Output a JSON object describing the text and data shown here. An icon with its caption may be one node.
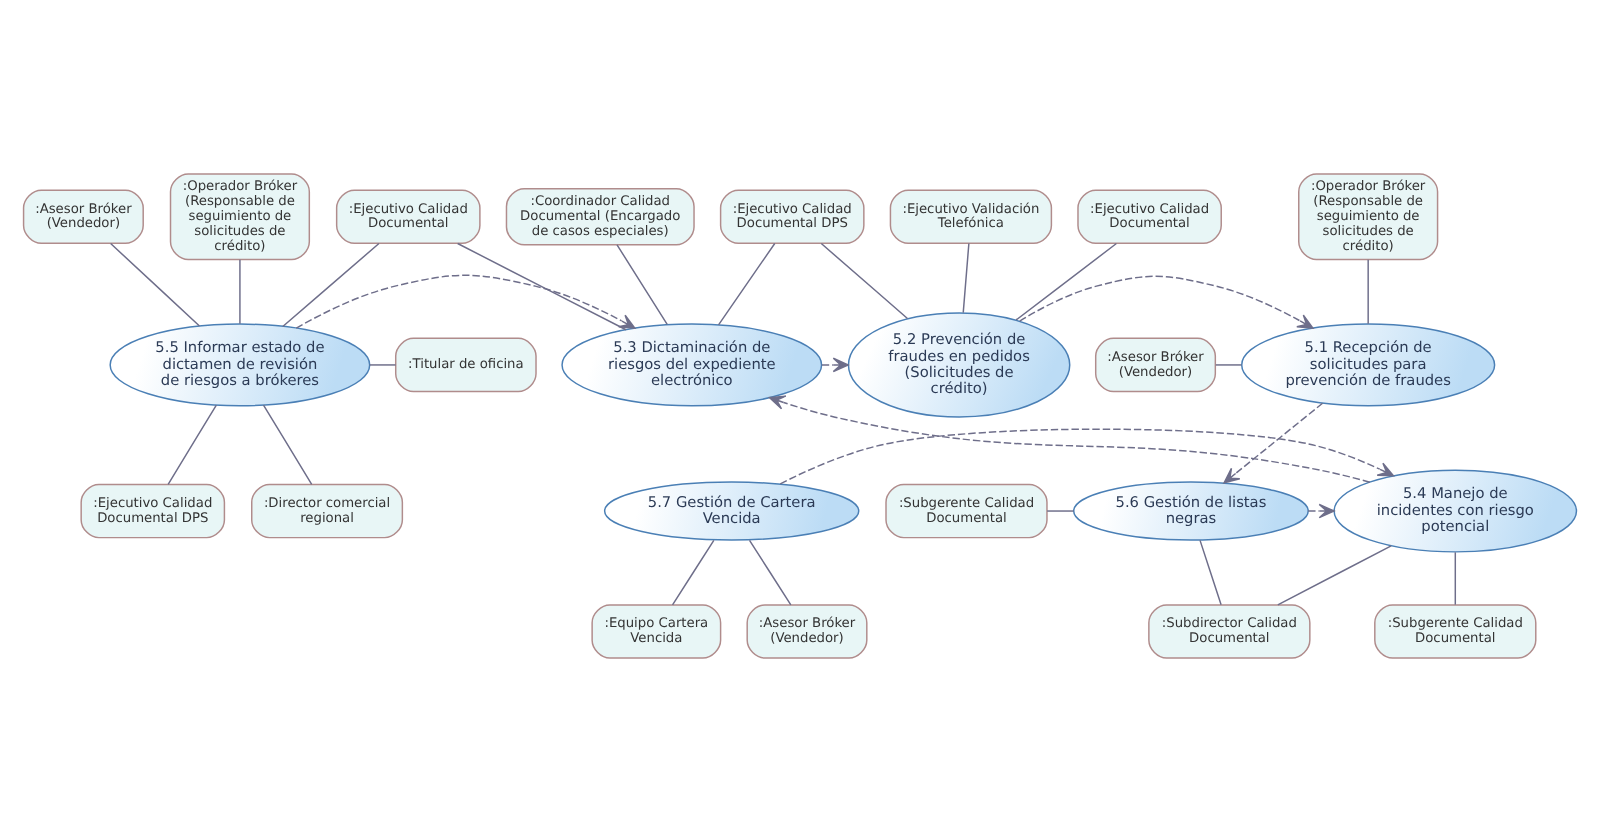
{
  "diagram": {
    "nodes": [
      {
        "text": [
          ":Operador Bróker (Responsable de seguimiento de solicitudes de crédito)"
        ]
      },
      {
        "text": [
          ":Ejecutivo Validación Telefónica"
        ]
      },
      {
        "text": [
          ":Ejecutivo Calidad Documental"
        ]
      },
      {
        "text": [
          ":Ejecutivo Calidad Documental DPS"
        ]
      },
      {
        "text": [
          ":Coordinador Calidad Documental (Encargado de casos especiales)"
        ]
      },
      {
        "text": [
          ":Ejecutivo Calidad Documental"
        ]
      },
      {
        "text": [
          ":Asesor Bróker (Vendedor)"
        ]
      },
      {
        "text": [
          ":Operador Bróker (Responsable de seguimiento de solicitudes de crédito)"
        ]
      },
      {
        "text": [
          ":Asesor Bróker (Vendedor)"
        ]
      },
      {
        "text": [
          "5.1 Recepción de solicitudes para prevención de fraudes"
        ]
      },
      {
        "text": [
          "5.2 Prevención de fraudes en pedidos (Solicitudes de crédito)"
        ]
      },
      {
        "text": [
          "5.3 Dictaminación de riesgos del expediente electrónico"
        ]
      },
      {
        "text": [
          "5.5 Informar estado de dictamen de revisión de riesgos a brókeres"
        ]
      },
      {
        "text": [
          ":Titular de oficina"
        ]
      },
      {
        "text": [
          ":Subgerente Calidad Documental"
        ]
      },
      {
        "text": [
          "5.6 Gestión de listas negras"
        ]
      },
      {
        "text": [
          "5.4 Manejo de incidentes con riesgo potencial"
        ]
      },
      {
        "text": [
          "5.7 Gestión de Cartera Vencida"
        ]
      },
      {
        "text": [
          ":Ejecutivo Calidad Documental DPS"
        ]
      },
      {
        "text": [
          ":Director comercial regional"
        ]
      },
      {
        "text": [
          ":Subdirector Calidad Documental"
        ]
      },
      {
        "text": [
          ":Subgerente Calidad Documental"
        ]
      },
      {
        "text": [
          ":Equipo Cartera Vencida"
        ]
      },
      {
        "text": [
          ":Asesor Bróker (Vendedor)"
        ]
      }
    ],
    "edges": [
      {
        "from": 0,
        "to": 9,
        "arrow": "none"
      },
      {
        "from": 1,
        "to": 10,
        "arrow": "none"
      },
      {
        "from": 2,
        "to": 10,
        "arrow": "none"
      },
      {
        "from": 3,
        "to": 10,
        "arrow": "none"
      },
      {
        "from": 3,
        "to": 11,
        "arrow": "none"
      },
      {
        "from": 4,
        "to": 11,
        "arrow": "none"
      },
      {
        "from": 5,
        "to": 11,
        "arrow": "none"
      },
      {
        "from": 5,
        "to": 12,
        "arrow": "none"
      },
      {
        "from": 6,
        "to": 12,
        "arrow": "none"
      },
      {
        "from": 7,
        "to": 12,
        "arrow": "none"
      },
      {
        "from": 8,
        "to": 9,
        "arrow": "none"
      },
      {
        "from": 10,
        "to": 9,
        "arrow": "to",
        "style": "dashed"
      },
      {
        "from": 11,
        "to": 10,
        "arrow": "to",
        "style": "dashed"
      },
      {
        "from": 12,
        "to": 11,
        "arrow": "to",
        "style": "dashed"
      },
      {
        "from": 12,
        "to": 13,
        "arrow": "none"
      },
      {
        "from": 14,
        "to": 15,
        "arrow": "none"
      },
      {
        "from": 9,
        "to": 15,
        "arrow": "to",
        "style": "dashed"
      },
      {
        "from": 15,
        "to": 16,
        "arrow": "to",
        "style": "dashed"
      },
      {
        "from": 16,
        "to": 11,
        "arrow": "to",
        "style": "dashed"
      },
      {
        "from": 17,
        "to": 16,
        "arrow": "to",
        "style": "dashed"
      },
      {
        "from": 12,
        "to": 18,
        "arrow": "none"
      },
      {
        "from": 12,
        "to": 19,
        "arrow": "none"
      },
      {
        "from": 15,
        "to": 20,
        "arrow": "none"
      },
      {
        "from": 20,
        "to": 16,
        "arrow": "none"
      },
      {
        "from": 16,
        "to": 21,
        "arrow": "none"
      },
      {
        "from": 17,
        "to": 22,
        "arrow": "none"
      },
      {
        "from": 17,
        "to": 23,
        "arrow": "none"
      }
    ]
  }
}
